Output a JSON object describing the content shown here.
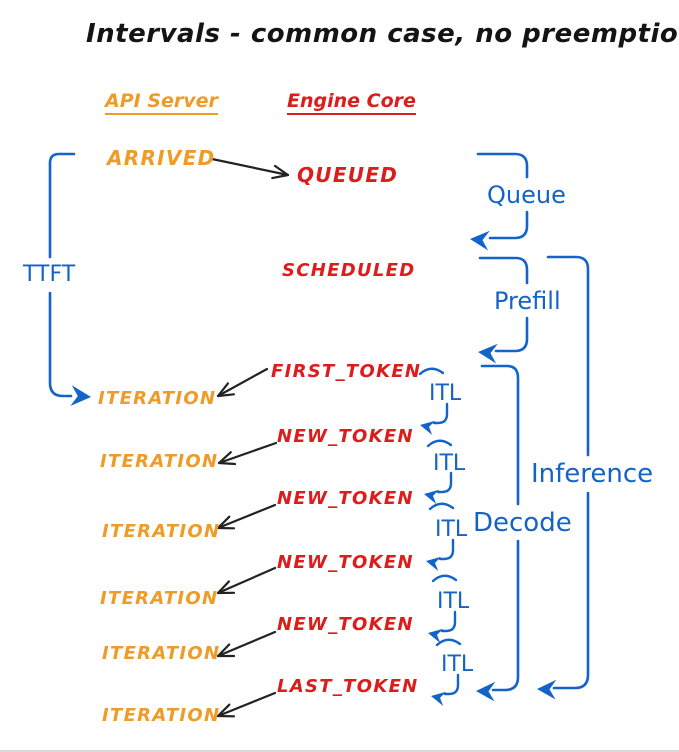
{
  "title": "Intervals - common case, no preemptions",
  "columns": {
    "api_server": "API Server",
    "engine_core": "Engine Core"
  },
  "api_events": {
    "arrived": "ARRIVED",
    "iterations": [
      "ITERATION",
      "ITERATION",
      "ITERATION",
      "ITERATION",
      "ITERATION",
      "ITERATION"
    ]
  },
  "engine_events": {
    "queued": "QUEUED",
    "scheduled": "SCHEDULED",
    "first_token": "FIRST_TOKEN",
    "new_tokens": [
      "NEW_TOKEN",
      "NEW_TOKEN",
      "NEW_TOKEN",
      "NEW_TOKEN"
    ],
    "last_token": "LAST_TOKEN"
  },
  "intervals": {
    "ttft": "TTFT",
    "queue": "Queue",
    "prefill": "Prefill",
    "decode": "Decode",
    "inference": "Inference",
    "itl_labels": [
      "ITL",
      "ITL",
      "ITL",
      "ITL",
      "ITL"
    ]
  },
  "colors": {
    "api": "#EE9B27",
    "engine": "#DD1C1C",
    "interval": "#1463C8",
    "arrow": "#222222",
    "background": "#FFFFFF"
  }
}
